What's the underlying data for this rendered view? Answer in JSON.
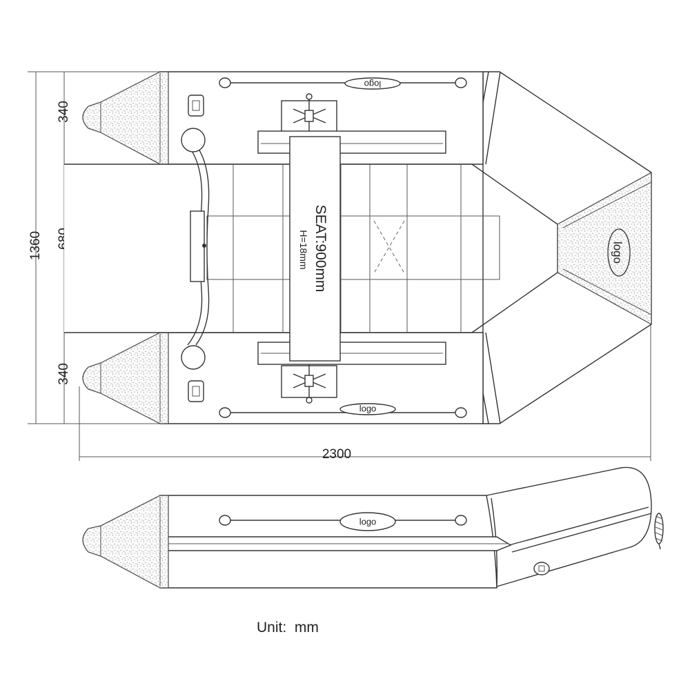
{
  "dimensions": {
    "overall_height": "1360",
    "tube_top": "340",
    "floor_width": "680",
    "tube_bottom": "340",
    "overall_length": "2300"
  },
  "seat": {
    "label": "SEAT:900mm",
    "height_label": "H=18mm"
  },
  "logos": {
    "top_tube": "logo",
    "bottom_tube": "logo",
    "bow": "logo",
    "side_view": "logo"
  },
  "unit_label": "Unit:  mm"
}
